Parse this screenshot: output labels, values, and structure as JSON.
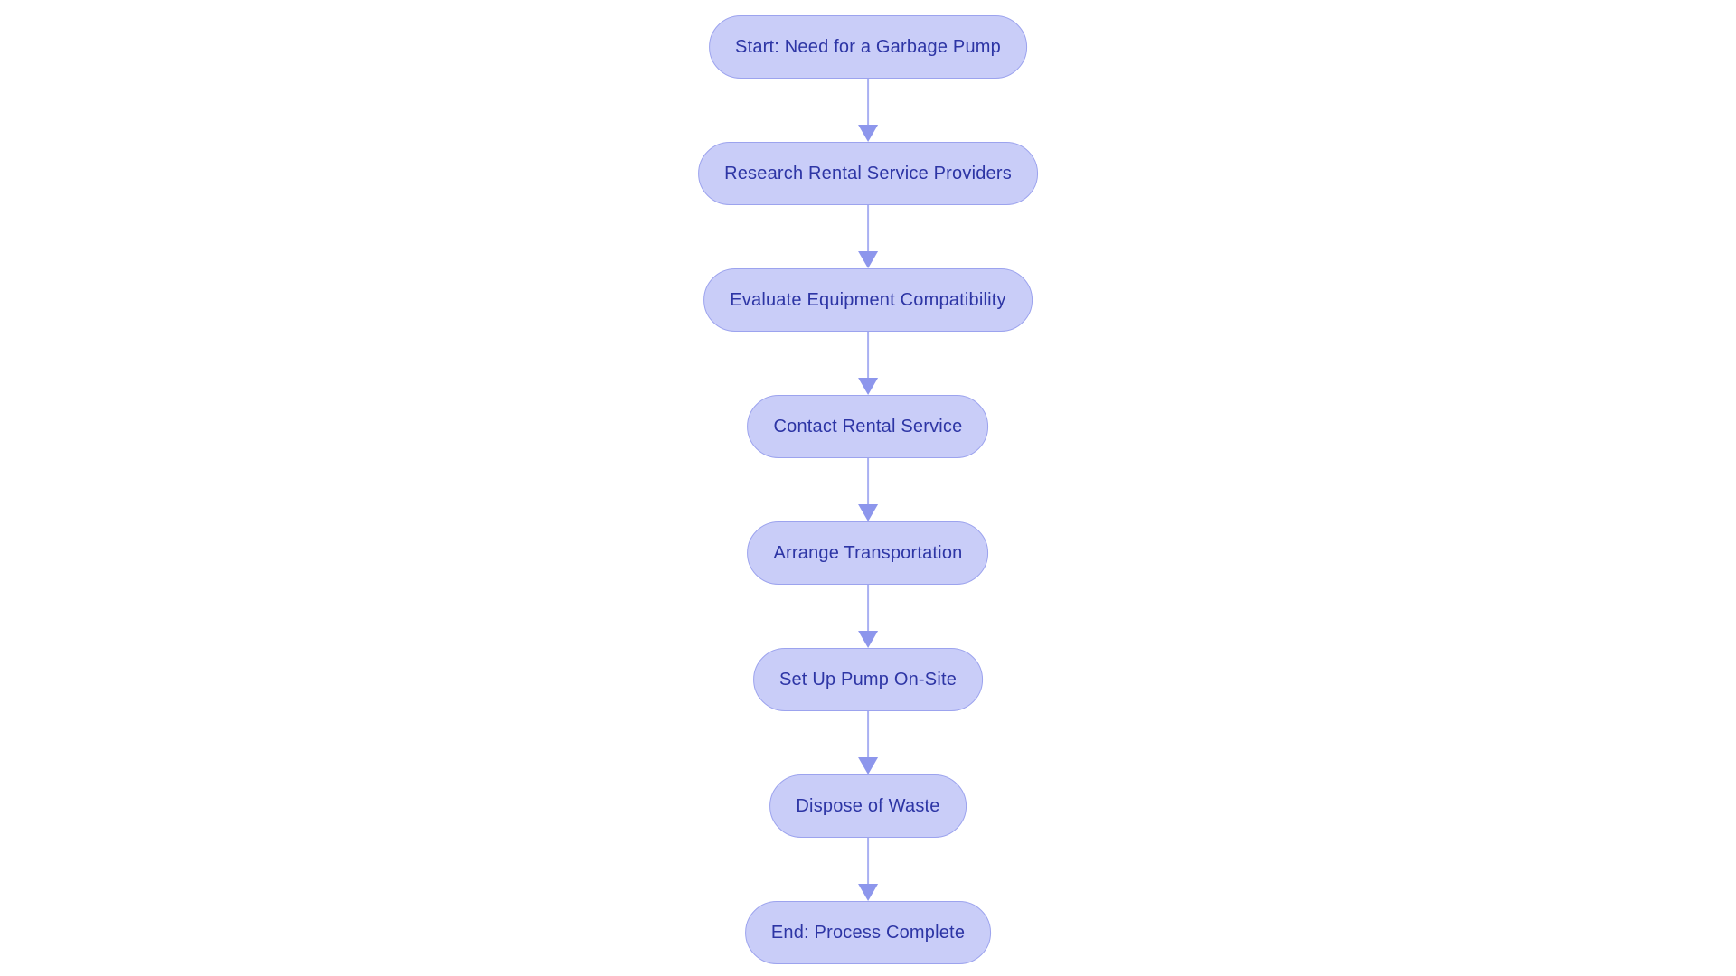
{
  "diagram": {
    "type": "flowchart",
    "direction": "top-to-bottom",
    "nodes": [
      {
        "id": "start",
        "label": "Start: Need for a Garbage Pump"
      },
      {
        "id": "research",
        "label": "Research Rental Service Providers"
      },
      {
        "id": "evaluate",
        "label": "Evaluate Equipment Compatibility"
      },
      {
        "id": "contact",
        "label": "Contact Rental Service"
      },
      {
        "id": "transport",
        "label": "Arrange Transportation"
      },
      {
        "id": "setup",
        "label": "Set Up Pump On-Site"
      },
      {
        "id": "dispose",
        "label": "Dispose of Waste"
      },
      {
        "id": "end",
        "label": "End: Process Complete"
      }
    ],
    "edges": [
      {
        "from": "start",
        "to": "research"
      },
      {
        "from": "research",
        "to": "evaluate"
      },
      {
        "from": "evaluate",
        "to": "contact"
      },
      {
        "from": "contact",
        "to": "transport"
      },
      {
        "from": "transport",
        "to": "setup"
      },
      {
        "from": "setup",
        "to": "dispose"
      },
      {
        "from": "dispose",
        "to": "end"
      }
    ],
    "colors": {
      "node_fill": "#c9cdf8",
      "node_border": "#9ca3ee",
      "node_text": "#2d35a5",
      "arrow_line": "#a9b0f2",
      "arrow_head": "#8d96ec",
      "background": "#ffffff"
    }
  }
}
